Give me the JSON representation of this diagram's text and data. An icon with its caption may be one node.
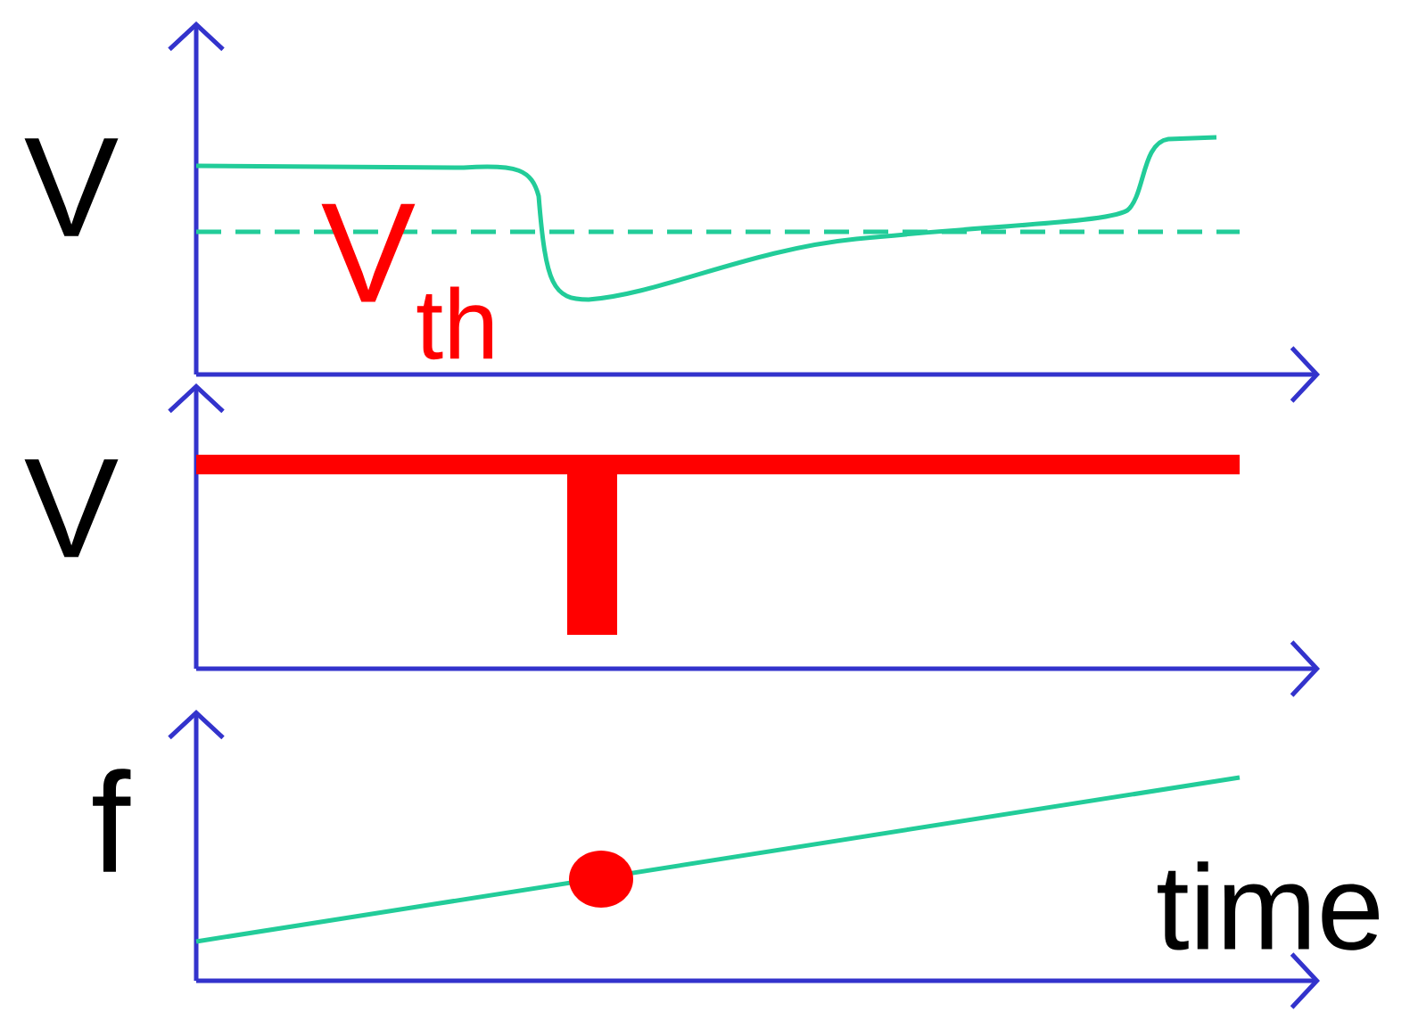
{
  "diagram": {
    "labels": [
      "V",
      "V$_{th}$",
      "V",
      "f",
      "time"
    ]
  }
}
